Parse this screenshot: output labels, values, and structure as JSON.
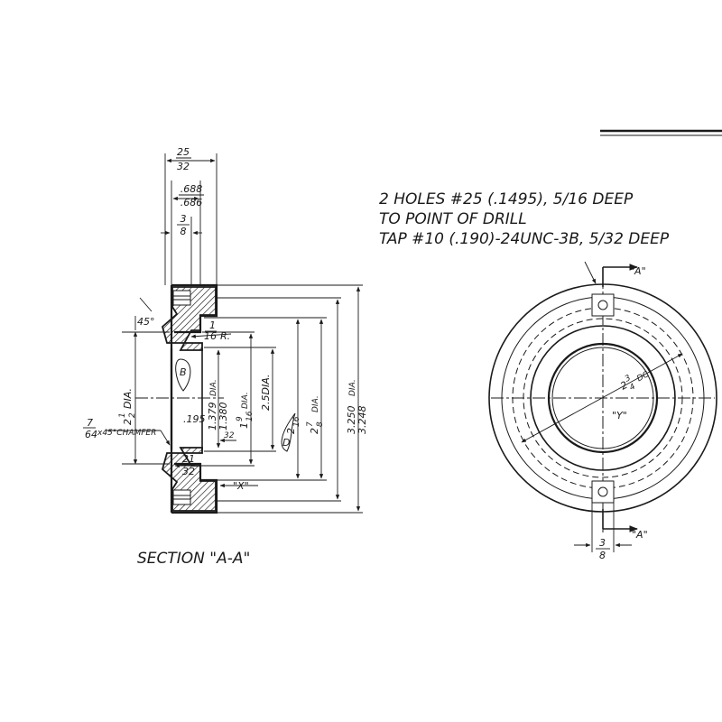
{
  "note": {
    "line1": "2 HOLES #25 (.1495), 5/16 DEEP",
    "line2": "TO POINT OF DRILL",
    "line3": "TAP #10 (.190)-24UNC-3B, 5/32 DEEP"
  },
  "section_title": "SECTION \"A-A\"",
  "dims": {
    "top_25": "25",
    "top_32": "32",
    "d688": ".688",
    "d686": ".686",
    "d3": "3",
    "d8": "8",
    "angle45": "45°",
    "r1": "1",
    "r16": "16",
    "r_suffix": "R.",
    "dia_2": "2",
    "dia_1": "1",
    "dia_2b": "2",
    "dia_word": "DIA.",
    "d1379": "1.379",
    "d1380": "1.380",
    "dia_small": "DIA.",
    "d1_16_whole": "1",
    "d1_16_num": "9",
    "d1_16_den": "16",
    "d2_5dia": "2.5DIA.",
    "d2_whole": "2",
    "d2_16": "16",
    "d2_7_whole": "2",
    "d2_7_num": "7",
    "d2_7_den": "8",
    "d3250": "3.250",
    "d3248": "3.248",
    "dia_big": "DIA.",
    "d195": ".195",
    "d32": "32",
    "chamfer_7": "7",
    "chamfer_64": "64",
    "chamfer_text": "x45°CHAMFER",
    "d21": "21",
    "d32b": "32",
    "x_label": "\"X\"",
    "circle_B": "B",
    "circle_D": "D",
    "a_top": "\"A\"",
    "a_bottom": "\"A\"",
    "y_label": "\"Y\"",
    "dia_234_whole": "2",
    "dia_234_num": "3",
    "dia_234_den": "4",
    "dc": "DC",
    "bottom_3": "3",
    "bottom_8": "8"
  }
}
